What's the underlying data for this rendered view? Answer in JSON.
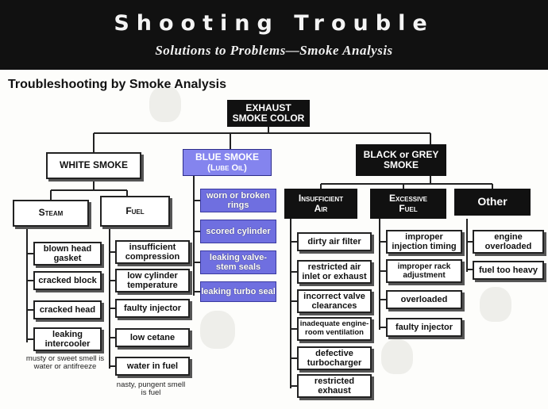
{
  "banner": {
    "title": "Shooting Trouble",
    "subtitle": "Solutions to Problems—Smoke Analysis"
  },
  "page_title": "Troubleshooting by Smoke Analysis",
  "root": "EXHAUST SMOKE COLOR",
  "white": {
    "label": "WHITE SMOKE",
    "steam": {
      "label": "Steam",
      "items": [
        "blown head gasket",
        "cracked block",
        "cracked head",
        "leaking intercooler"
      ],
      "note": "musty or sweet smell is water or antifreeze"
    },
    "fuel": {
      "label": "Fuel",
      "items": [
        "insufficient compression",
        "low cylinder temperature",
        "faulty injector",
        "low cetane",
        "water in fuel"
      ],
      "note": "nasty, pungent smell is fuel"
    }
  },
  "blue": {
    "label": "BLUE SMOKE",
    "sublabel": "(Lube Oil)",
    "items": [
      "worn or broken rings",
      "scored cylinder",
      "leaking valve-stem seals",
      "leaking turbo seal"
    ]
  },
  "black": {
    "label": "BLACK or GREY SMOKE",
    "insufficient_air": {
      "label": "Insufficient Air",
      "items": [
        "dirty air filter",
        "restricted air inlet or exhaust",
        "incorrect valve clearances",
        "inadequate engine-room ventilation",
        "defective turbocharger",
        "restricted exhaust"
      ]
    },
    "excessive_fuel": {
      "label": "Excessive Fuel",
      "items": [
        "improper injection timing",
        "improper rack adjustment",
        "overloaded",
        "faulty injector"
      ]
    },
    "other": {
      "label": "Other",
      "items": [
        "engine overloaded",
        "fuel too heavy"
      ]
    }
  }
}
